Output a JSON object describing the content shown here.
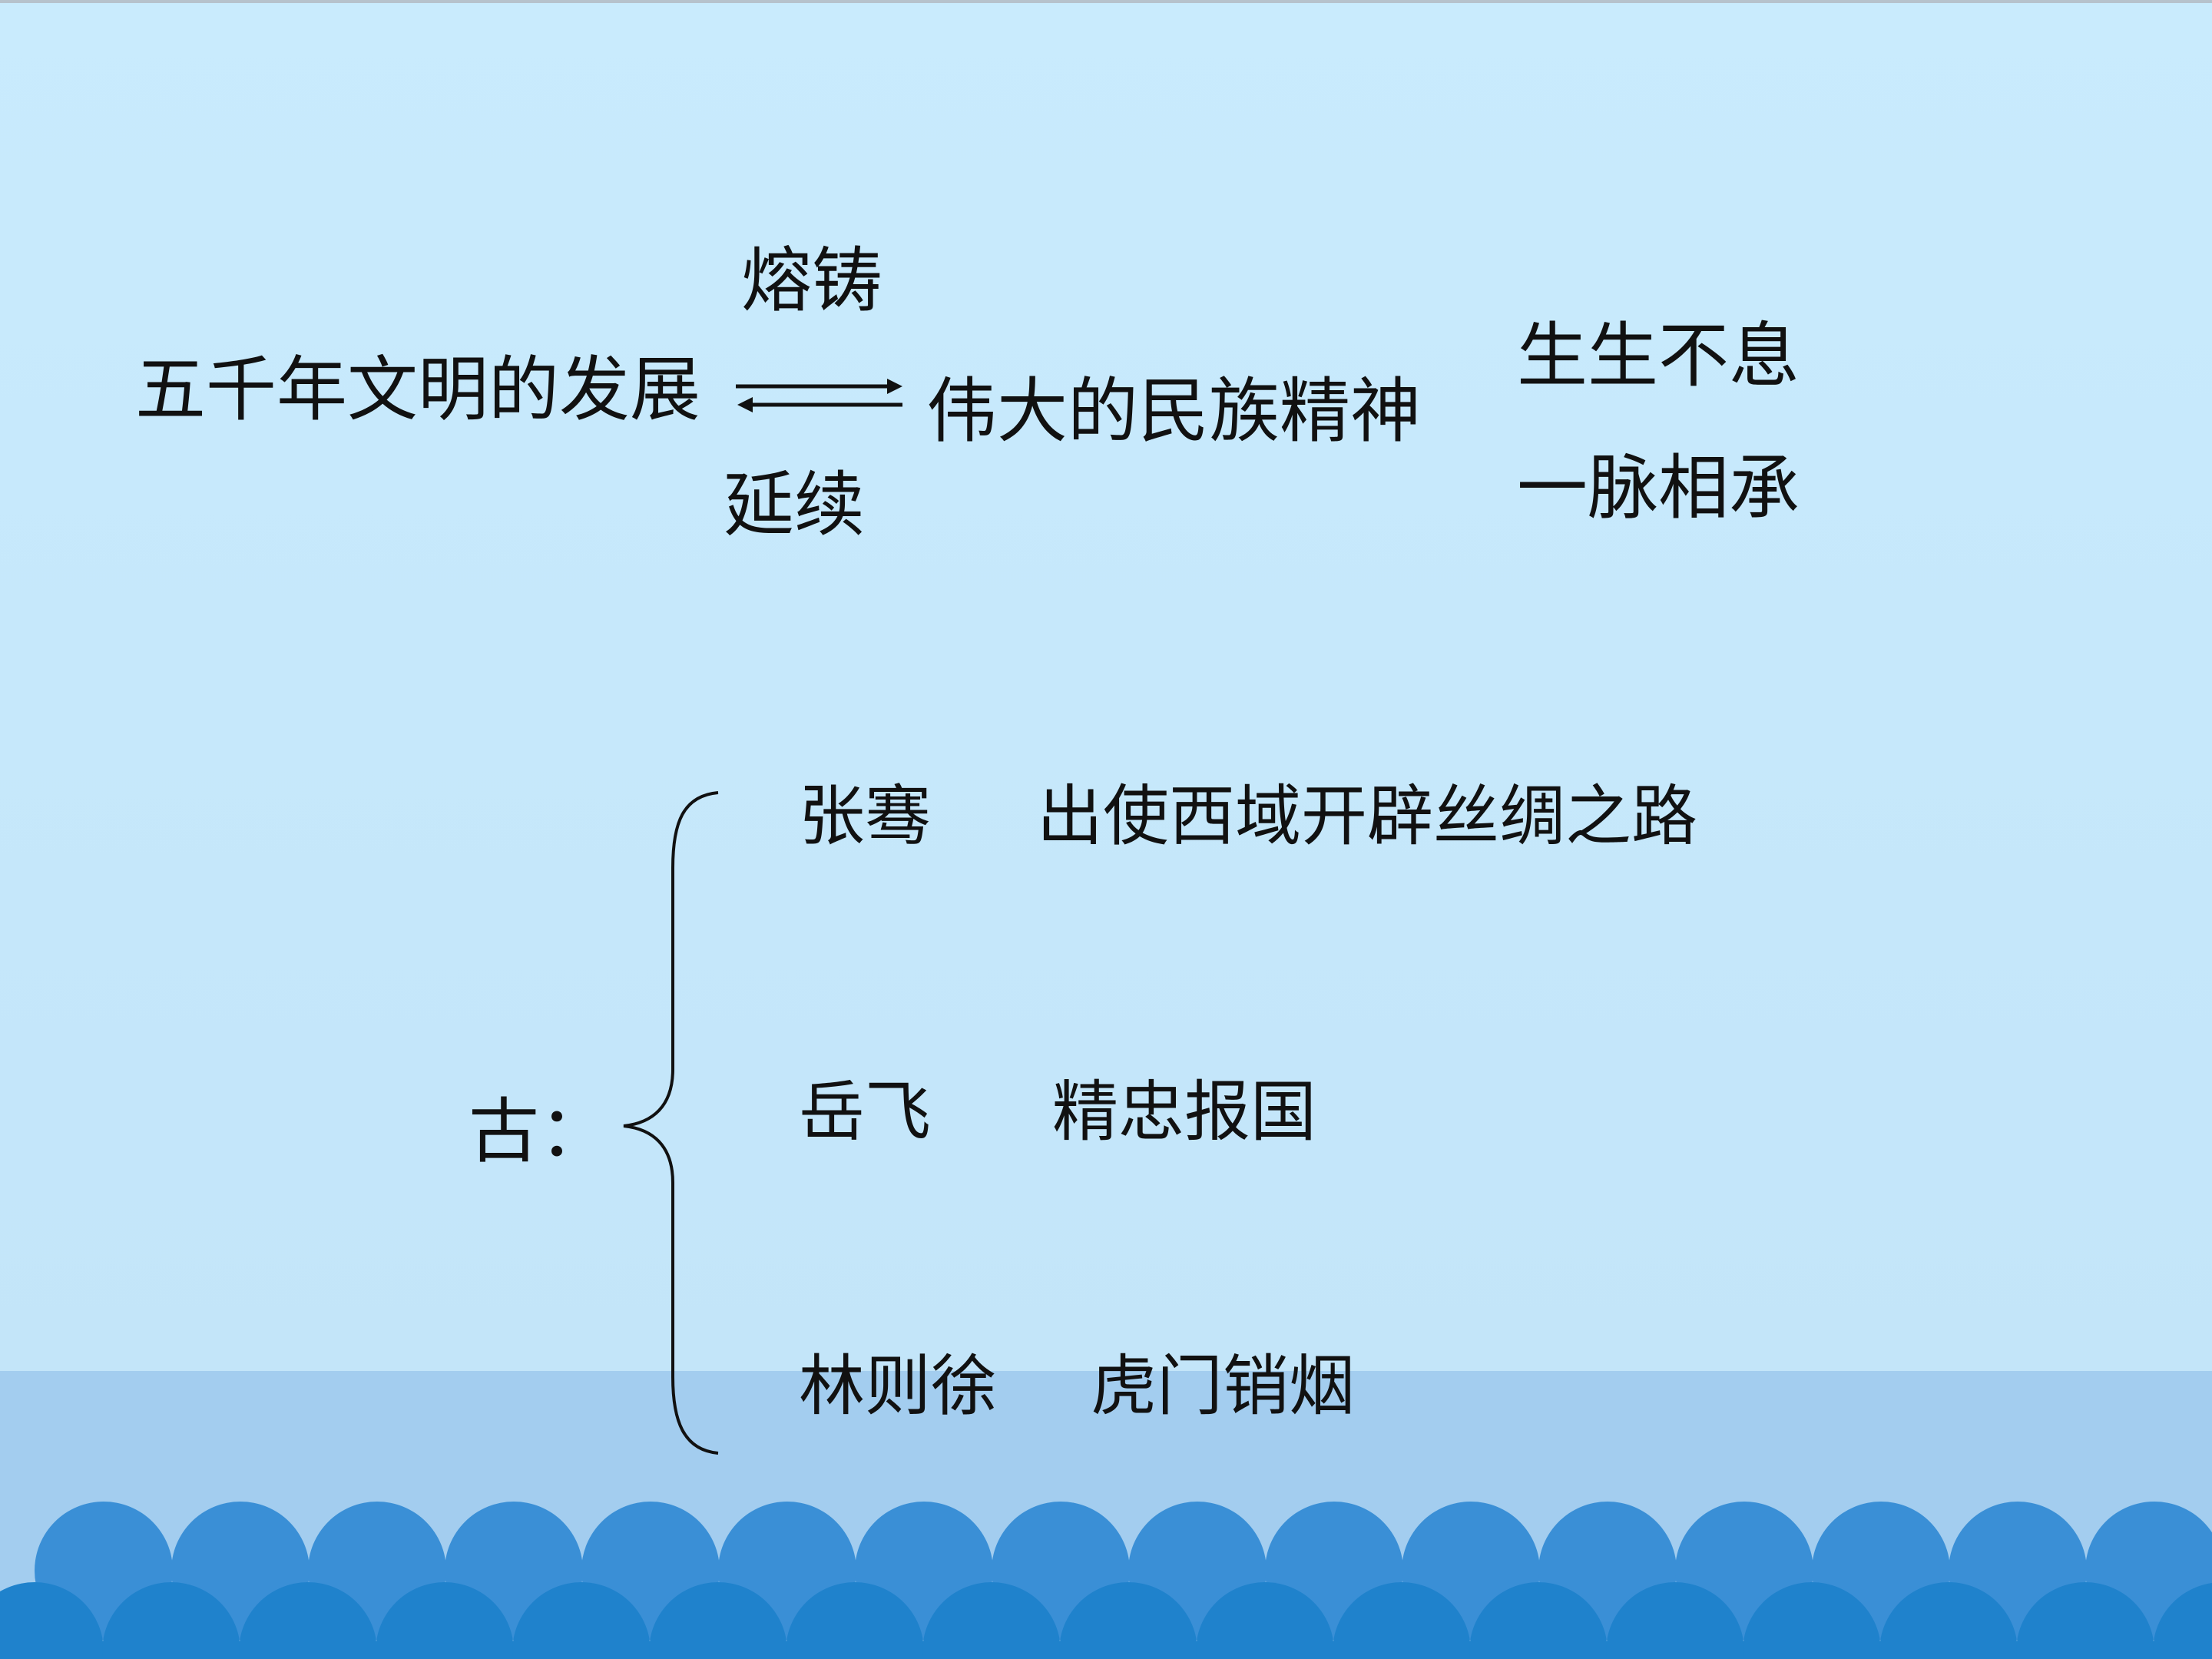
{
  "diagram": {
    "left_term": "五千年文明的发展",
    "arrow_top_label": "熔铸",
    "arrow_bottom_label": "延续",
    "right_term": "伟大的民族精神",
    "traits": [
      "生生不息",
      "一脉相承"
    ]
  },
  "ancient": {
    "label": "古：",
    "items": [
      {
        "person": "张骞",
        "deed": "出使西域开辟丝绸之路"
      },
      {
        "person": "岳飞",
        "deed": "精忠报国"
      },
      {
        "person": "林则徐",
        "deed": "虎门销烟"
      }
    ]
  },
  "colors": {
    "background": "#c6e8fb",
    "band": "#a3cdef",
    "wave_front": "#1f82cc",
    "wave_back": "#3a8fd6"
  }
}
